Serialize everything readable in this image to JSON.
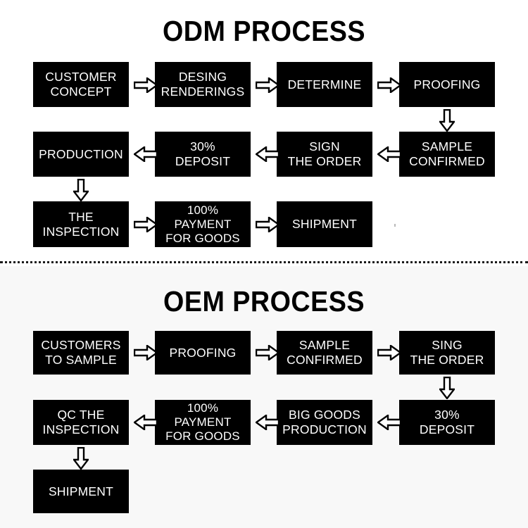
{
  "page": {
    "background_top": "#ffffff",
    "background_bottom": "#f8f8f8",
    "box_fill": "#000000",
    "box_text_color": "#ffffff",
    "arrow_outline_color": "#000000"
  },
  "odm": {
    "title": "ODM PROCESS",
    "boxes": [
      {
        "id": "customer-concept",
        "lines": [
          "CUSTOMER",
          "CONCEPT"
        ]
      },
      {
        "id": "desing-renderings",
        "lines": [
          "DESING",
          "RENDERINGS"
        ]
      },
      {
        "id": "determine",
        "lines": [
          "DETERMINE"
        ]
      },
      {
        "id": "proofing",
        "lines": [
          "PROOFING"
        ]
      },
      {
        "id": "sample-confirmed",
        "lines": [
          "SAMPLE",
          "CONFIRMED"
        ]
      },
      {
        "id": "sign-the-order",
        "lines": [
          "SIGN",
          "THE ORDER"
        ]
      },
      {
        "id": "deposit-30",
        "lines": [
          "30%",
          "DEPOSIT"
        ]
      },
      {
        "id": "production",
        "lines": [
          "PRODUCTION"
        ]
      },
      {
        "id": "the-inspection",
        "lines": [
          "THE",
          "INSPECTION"
        ]
      },
      {
        "id": "payment-100",
        "lines": [
          "100%",
          "PAYMENT",
          "FOR GOODS"
        ]
      },
      {
        "id": "shipment",
        "lines": [
          "SHIPMENT"
        ]
      }
    ],
    "arrows": [
      {
        "id": "customer-to-desing",
        "direction": "right"
      },
      {
        "id": "desing-to-determine",
        "direction": "right"
      },
      {
        "id": "determine-to-proofing",
        "direction": "right"
      },
      {
        "id": "proofing-to-sample",
        "direction": "down"
      },
      {
        "id": "sample-to-sign",
        "direction": "left"
      },
      {
        "id": "sign-to-deposit",
        "direction": "left"
      },
      {
        "id": "deposit-to-production",
        "direction": "left"
      },
      {
        "id": "production-to-inspection",
        "direction": "down"
      },
      {
        "id": "inspection-to-payment",
        "direction": "right"
      },
      {
        "id": "payment-to-shipment",
        "direction": "right"
      }
    ]
  },
  "oem": {
    "title": "OEM PROCESS",
    "boxes": [
      {
        "id": "customers-to-sample",
        "lines": [
          "CUSTOMERS",
          "TO SAMPLE"
        ]
      },
      {
        "id": "proofing",
        "lines": [
          "PROOFING"
        ]
      },
      {
        "id": "sample-confirmed",
        "lines": [
          "SAMPLE",
          "CONFIRMED"
        ]
      },
      {
        "id": "sing-the-order",
        "lines": [
          "SING",
          "THE ORDER"
        ]
      },
      {
        "id": "deposit-30",
        "lines": [
          "30%",
          "DEPOSIT"
        ]
      },
      {
        "id": "big-goods-production",
        "lines": [
          "BIG GOODS",
          "PRODUCTION"
        ]
      },
      {
        "id": "payment-100",
        "lines": [
          "100%",
          "PAYMENT",
          "FOR GOODS"
        ]
      },
      {
        "id": "qc-the-inspection",
        "lines": [
          "QC THE",
          "INSPECTION"
        ]
      },
      {
        "id": "shipment",
        "lines": [
          "SHIPMENT"
        ]
      }
    ],
    "arrows": [
      {
        "id": "customers-to-proofing",
        "direction": "right"
      },
      {
        "id": "proofing-to-sample",
        "direction": "right"
      },
      {
        "id": "sample-to-sing",
        "direction": "right"
      },
      {
        "id": "sing-to-deposit",
        "direction": "down"
      },
      {
        "id": "deposit-to-big-goods",
        "direction": "left"
      },
      {
        "id": "big-goods-to-payment",
        "direction": "left"
      },
      {
        "id": "payment-to-qc",
        "direction": "left"
      },
      {
        "id": "qc-to-shipment",
        "direction": "down"
      }
    ]
  }
}
